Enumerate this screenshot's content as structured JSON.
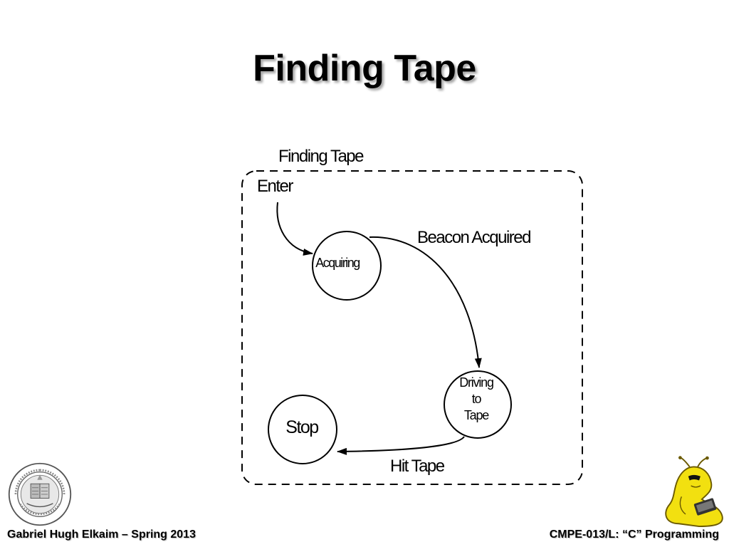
{
  "slide": {
    "title": "Finding Tape"
  },
  "diagram": {
    "superstate_label": "Finding Tape",
    "entry_label": "Enter",
    "states": {
      "acquiring": "Acquiring",
      "driving_line1": "Driving",
      "driving_line2": "to",
      "driving_line3": "Tape",
      "stop": "Stop"
    },
    "transitions": {
      "beacon_acquired": "Beacon Acquired",
      "hit_tape": "Hit Tape"
    }
  },
  "footer": {
    "author": "Gabriel Hugh Elkaim – Spring 2013",
    "course": "CMPE-013/L: “C” Programming"
  },
  "logos": {
    "seal": "university-seal",
    "mascot": "banana-slug-mascot"
  },
  "colors": {
    "mascot_yellow": "#f2e010",
    "line": "#000000"
  }
}
